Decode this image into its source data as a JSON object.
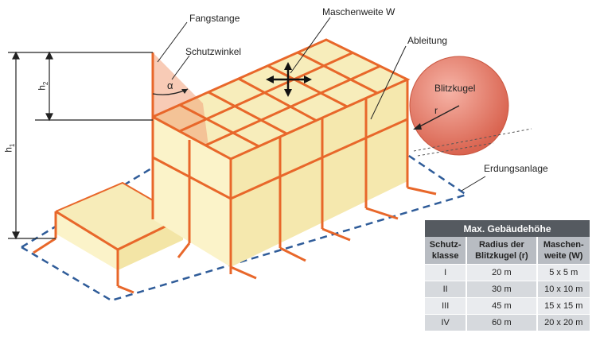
{
  "labels": {
    "fangstange": "Fangstange",
    "schutzwinkel": "Schutzwinkel",
    "maschenweite": "Maschenweite W",
    "ableitung": "Ableitung",
    "blitzkugel": "Blitzkugel",
    "radius": "r",
    "erdungsanlage": "Erdungsanlage",
    "alpha": "α",
    "h1": "h",
    "h1_sub": "1",
    "h2": "h",
    "h2_sub": "2"
  },
  "table": {
    "title": "Max. Gebäudehöhe",
    "headers": [
      [
        "Schutz-",
        "klasse"
      ],
      [
        "Radius der",
        "Blitzkugel (r)"
      ],
      [
        "Maschen-",
        "weite (W)"
      ]
    ],
    "rows": [
      [
        "I",
        "20 m",
        "5 x 5 m"
      ],
      [
        "II",
        "30 m",
        "10 x 10 m"
      ],
      [
        "III",
        "45 m",
        "15 x 15 m"
      ],
      [
        "IV",
        "60 m",
        "20 x 20 m"
      ]
    ]
  },
  "colors": {
    "conductor": "#e8672a",
    "building_face": "#fbf3c9",
    "building_shade": "#f3e5a6",
    "sphere": "#e57a6a",
    "ground_dash": "#2f5c99",
    "table_title_bg": "#555a60",
    "table_header_bg": "#b8bcc2"
  }
}
